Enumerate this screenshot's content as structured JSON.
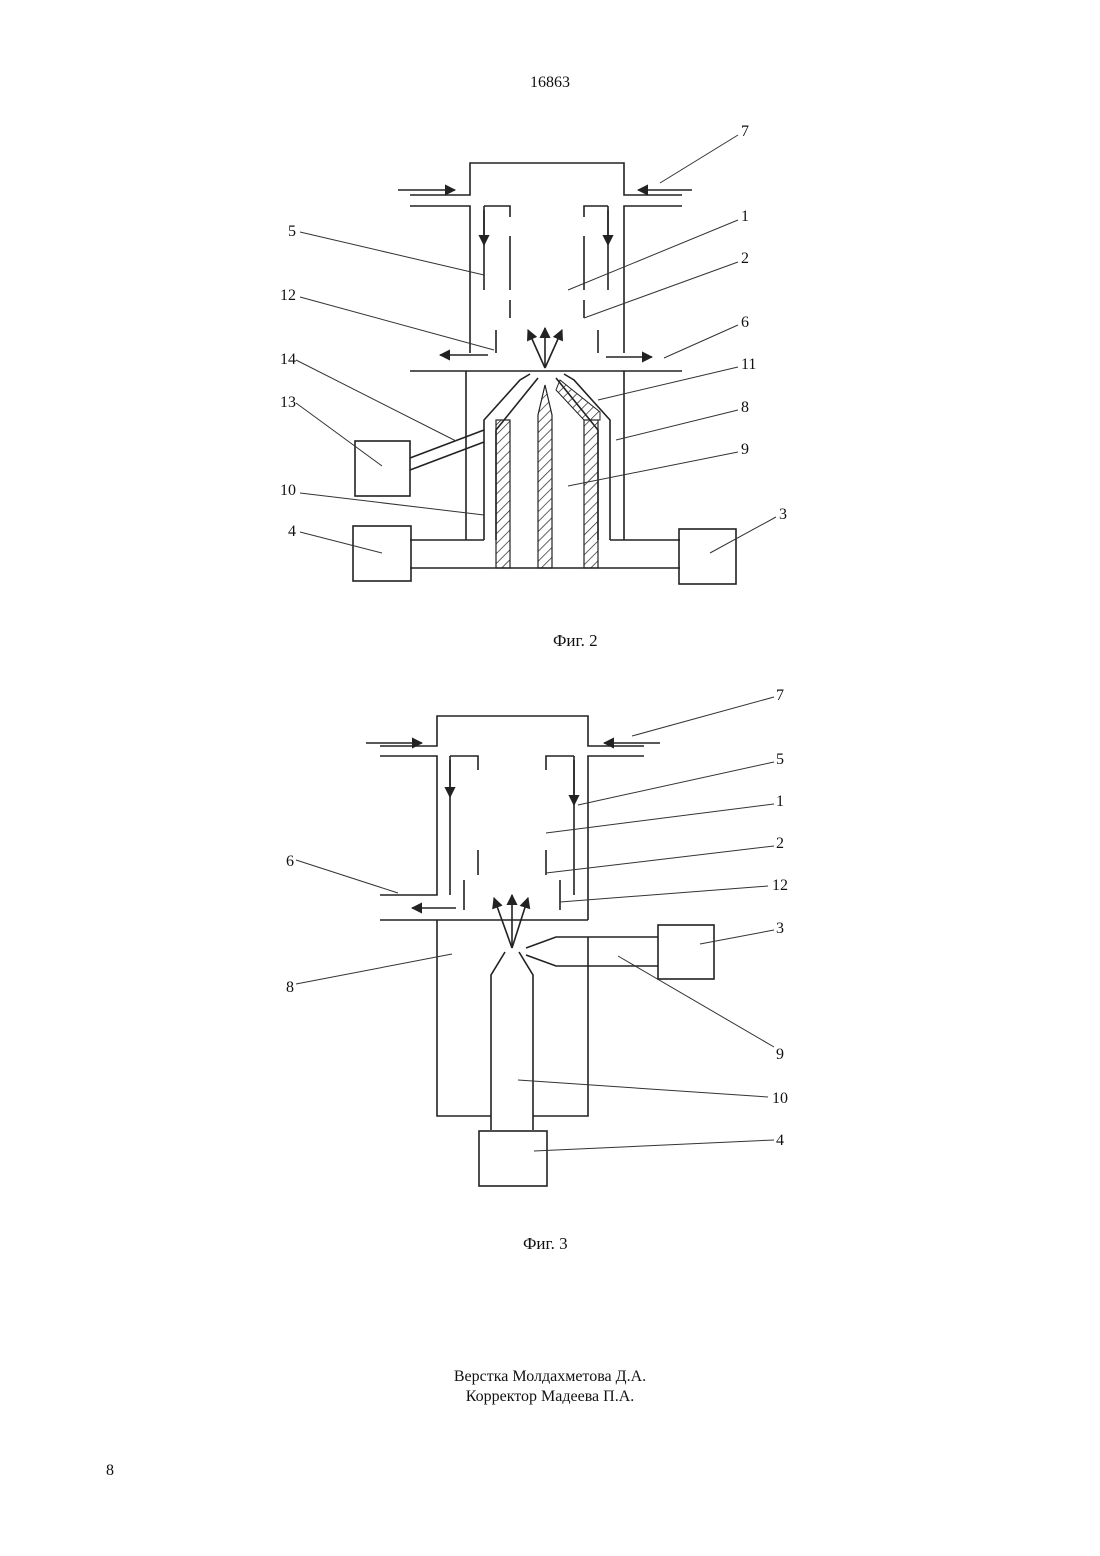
{
  "patent_number": "16863",
  "figures": [
    {
      "caption": "Фиг. 2",
      "labels": {
        "l1": "1",
        "l2": "2",
        "l3": "3",
        "l4": "4",
        "l5": "5",
        "l6": "6",
        "l7": "7",
        "l8": "8",
        "l9": "9",
        "l10": "10",
        "l11": "11",
        "l12": "12",
        "l13": "13",
        "l14": "14"
      }
    },
    {
      "caption": "Фиг. 3",
      "labels": {
        "l1": "1",
        "l2": "2",
        "l3": "3",
        "l4": "4",
        "l5": "5",
        "l6": "6",
        "l7": "7",
        "l8": "8",
        "l9": "9",
        "l10": "10",
        "l12": "12"
      }
    }
  ],
  "credits": {
    "layout": "Верстка Молдахметова Д.А.",
    "corrector": "Корректор Мадеева П.А."
  },
  "page_number": "8"
}
